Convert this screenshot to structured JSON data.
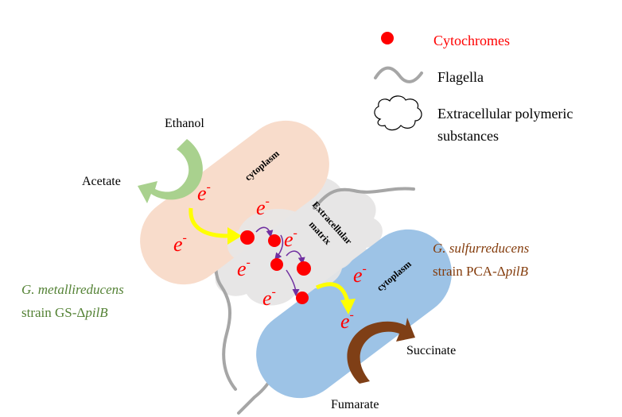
{
  "legend": {
    "cytochromes": {
      "label": "Cytochromes",
      "icon": "red-circle-icon",
      "color": "#ff0000"
    },
    "flagella": {
      "label": "Flagella",
      "icon": "wavy-line-icon",
      "color": "#a6a6a6"
    },
    "eps": {
      "label_line1": "Extracellular polymeric",
      "label_line2": "substances",
      "icon": "cloud-icon"
    }
  },
  "left_cell": {
    "species": "G. metallireducens",
    "strain_prefix": "strain GS-Δ",
    "strain_gene": "pilB",
    "compartment": "cytoplasm",
    "color": "#f8dccb",
    "label_color": "#548235",
    "donor": "Ethanol",
    "product": "Acetate",
    "arrow_color": "#a9d18e"
  },
  "right_cell": {
    "species": "G. sulfurreducens",
    "strain_prefix": "strain PCA-Δ",
    "strain_gene": "pilB",
    "compartment": "cytoplasm",
    "color": "#9dc3e6",
    "label_color": "#843c0c",
    "acceptor": "Fumarate",
    "product": "Succinate",
    "arrow_color": "#7f3f16"
  },
  "matrix": {
    "label_line1": "Extracellular",
    "label_line2": "matrix",
    "color": "#e7e6e6"
  },
  "electron": {
    "symbol": "e",
    "charge": "-",
    "color": "#ff0000",
    "transfer_arrow_color": "#ffff00",
    "hop_arrow_color": "#7030a0"
  }
}
